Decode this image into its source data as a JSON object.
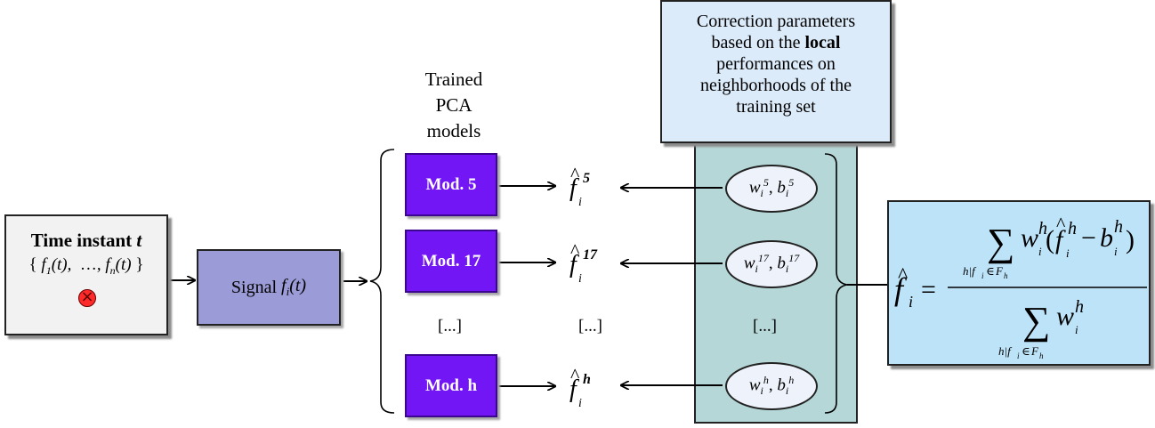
{
  "time_box": {
    "title": "Time instant",
    "title_var": "t"
  },
  "signal_box": {
    "label": "Signal"
  },
  "trained_label": [
    "Trained",
    "PCA",
    "models"
  ],
  "models": [
    {
      "label": "Mod. 5",
      "sup": "5",
      "w": "w",
      "b": "b"
    },
    {
      "label": "Mod. 17",
      "sup": "17",
      "w": "w",
      "b": "b"
    },
    {
      "label": "Mod. h",
      "sup": "h",
      "w": "w",
      "b": "b"
    }
  ],
  "ellipsis": "[...]",
  "correction_box": {
    "line1": "Correction parameters",
    "line2_pre": "based on the ",
    "line2_bold": "local",
    "line3": "performances on",
    "line4": "neighborhoods of the",
    "line5": "training set"
  },
  "colors": {
    "signal": "#9b9bd8",
    "model": "#7216f5",
    "panel": "#b6d7d7",
    "correction": "#dcebfa",
    "formula": "#bde3f8"
  }
}
